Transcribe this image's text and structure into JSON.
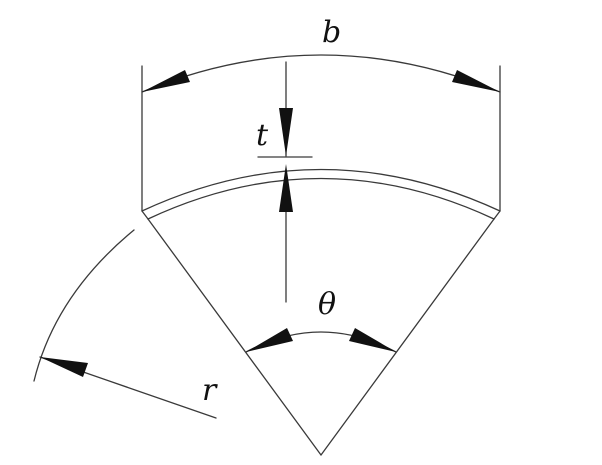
{
  "labels": {
    "width": "b",
    "thickness": "t",
    "angle": "θ",
    "radius": "r"
  },
  "colors": {
    "line": "#3a3a3a",
    "arrow": "#111111",
    "background": "#ffffff"
  }
}
